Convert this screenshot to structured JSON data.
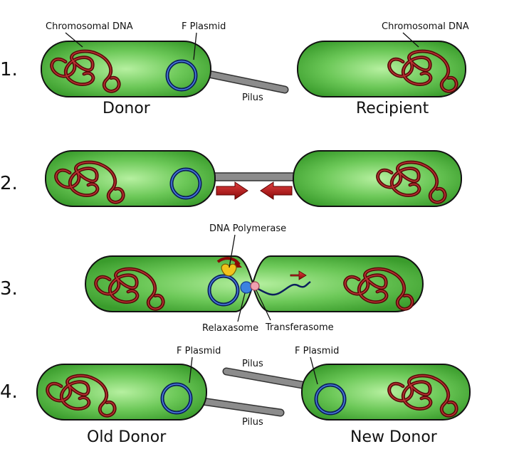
{
  "steps": [
    {
      "number": "1."
    },
    {
      "number": "2."
    },
    {
      "number": "3."
    },
    {
      "number": "4."
    }
  ],
  "labels": {
    "chromosomal_dna_left": "Chromosomal DNA",
    "chromosomal_dna_right": "Chromosomal DNA",
    "f_plasmid_step1": "F Plasmid",
    "pilus_step1": "Pilus",
    "donor": "Donor",
    "recipient": "Recipient",
    "dna_polymerase": "DNA Polymerase",
    "relaxasome": "Relaxasome",
    "transferasome": "Transferasome",
    "f_plasmid_step4_left": "F Plasmid",
    "f_plasmid_step4_right": "F Plasmid",
    "pilus_step4_top": "Pilus",
    "pilus_step4_bottom": "Pilus",
    "old_donor": "Old Donor",
    "new_donor": "New Donor"
  },
  "colors": {
    "cell_fill_center": "#a8e890",
    "cell_fill_edge": "#3a9c2c",
    "dna": "#5a0a0a",
    "plasmid": "#0b1f5c",
    "pilus": "#8c8c8c",
    "arrow": "#b01010",
    "polymerase": "#f2c21b",
    "relaxase": "#3b82e0",
    "transferase": "#f0a0b0"
  }
}
